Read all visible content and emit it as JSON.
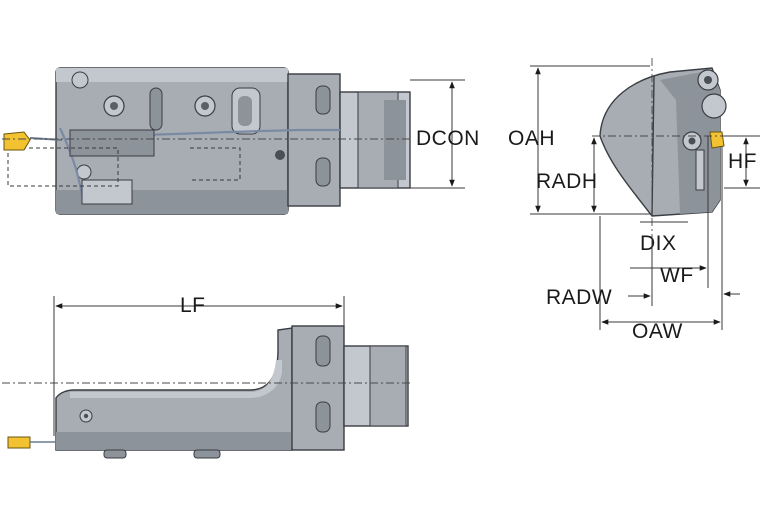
{
  "diagram": {
    "labels": {
      "dcon": "DCON",
      "oah": "OAH",
      "hf": "HF",
      "radh": "RADH",
      "dix": "DIX",
      "wf": "WF",
      "radw": "RADW",
      "oaw": "OAW",
      "lf": "LF"
    }
  },
  "colors": {
    "body": "#a8adb4",
    "insert": "#f2c230",
    "dimension_line": "#3a3a3a"
  }
}
